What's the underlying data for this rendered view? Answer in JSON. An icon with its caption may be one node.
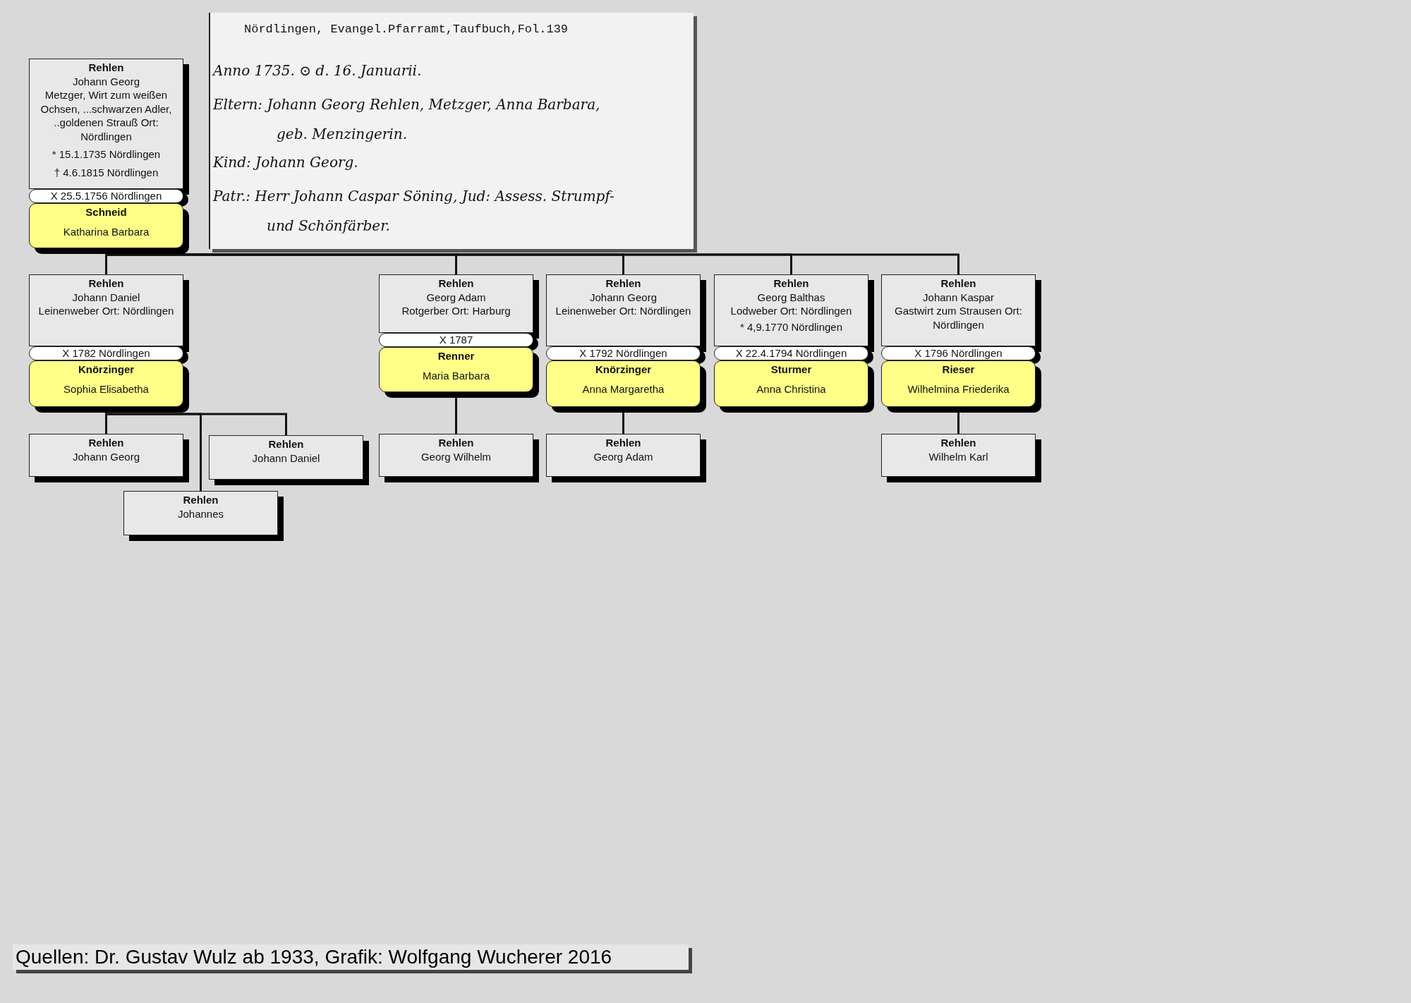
{
  "diagram": {
    "caption": "Quellen: Dr. Gustav Wulz ab 1933, Grafik: Wolfgang Wucherer 2016",
    "nodes": [
      {
        "text": [
          "Rehlen",
          "Johann Georg",
          "Metzger, Wirt zum weißen Ochsen, ...schwarzen Adler, ..goldenen Strauß Ort: Nördlingen",
          "* 15.1.1735 Nördlingen",
          "† 4.6.1815 Nördlingen"
        ]
      },
      {
        "text": [
          "X 25.5.1756 Nördlingen"
        ]
      },
      {
        "text": [
          "Schneid",
          "Katharina Barbara"
        ]
      },
      {
        "text": [
          "Rehlen",
          "Johann Daniel",
          "Leinenweber Ort: Nördlingen"
        ]
      },
      {
        "text": [
          "X 1782 Nördlingen"
        ]
      },
      {
        "text": [
          "Knörzinger",
          "Sophia Elisabetha"
        ]
      },
      {
        "text": [
          "Rehlen",
          "Georg Adam",
          "Rotgerber Ort: Harburg"
        ]
      },
      {
        "text": [
          "X 1787"
        ]
      },
      {
        "text": [
          "Renner",
          "Maria Barbara"
        ]
      },
      {
        "text": [
          "Rehlen",
          "Johann Georg",
          "Leinenweber Ort: Nördlingen"
        ]
      },
      {
        "text": [
          "X 1792 Nördlingen"
        ]
      },
      {
        "text": [
          "Knörzinger",
          "Anna Margaretha"
        ]
      },
      {
        "text": [
          "Rehlen",
          "Georg Balthas",
          "Lodweber Ort: Nördlingen",
          "* 4,9.1770 Nördlingen"
        ]
      },
      {
        "text": [
          "X 22.4.1794 Nördlingen"
        ]
      },
      {
        "text": [
          "Sturmer",
          "Anna Christina"
        ]
      },
      {
        "text": [
          "Rehlen",
          "Johann Kaspar",
          "Gastwirt zum Strausen Ort: Nördlingen"
        ]
      },
      {
        "text": [
          "X 1796 Nördlingen"
        ]
      },
      {
        "text": [
          "Rieser",
          "Wilhelmina Friederika"
        ]
      },
      {
        "text": [
          "Rehlen",
          "Johann Georg"
        ]
      },
      {
        "text": [
          "Rehlen",
          "Johann Daniel"
        ]
      },
      {
        "text": [
          "Rehlen",
          "Johannes"
        ]
      },
      {
        "text": [
          "Rehlen",
          "Georg Wilhelm"
        ]
      },
      {
        "text": [
          "Rehlen",
          "Georg Adam"
        ]
      },
      {
        "text": [
          "Rehlen",
          "Wilhelm Karl"
        ]
      }
    ],
    "edges": [
      {
        "from": 2,
        "to": 3,
        "arrow": "none"
      },
      {
        "from": 2,
        "to": 6,
        "arrow": "none"
      },
      {
        "from": 2,
        "to": 9,
        "arrow": "none"
      },
      {
        "from": 2,
        "to": 12,
        "arrow": "none"
      },
      {
        "from": 2,
        "to": 15,
        "arrow": "none"
      },
      {
        "from": 5,
        "to": 18,
        "arrow": "none"
      },
      {
        "from": 5,
        "to": 19,
        "arrow": "none"
      },
      {
        "from": 5,
        "to": 20,
        "arrow": "none"
      },
      {
        "from": 8,
        "to": 21,
        "arrow": "none"
      },
      {
        "from": 11,
        "to": 22,
        "arrow": "none"
      },
      {
        "from": 17,
        "to": 23,
        "arrow": "none"
      }
    ],
    "labels": [
      "Nördlingen, Evangel.Pfarramt,Taufbuch,Fol.139",
      "Anno 1735. ⊙ d. 16. Januarii.",
      "Eltern: Johann Georg Rehlen, Metzger, Anna Barbara,",
      "geb. Menzingerin.",
      "Kind: Johann Georg.",
      "Patr.: Herr Johann Caspar Söning, Jud: Assess. Strumpf-",
      "und Schönfärber."
    ]
  }
}
